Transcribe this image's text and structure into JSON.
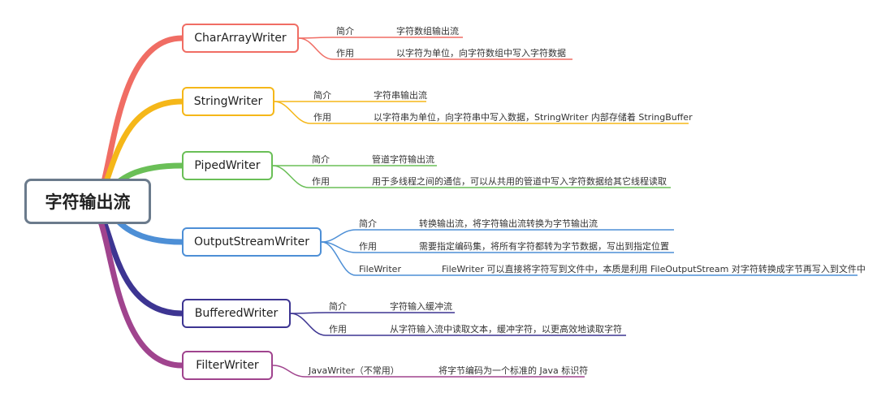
{
  "root": {
    "title": "字符输出流"
  },
  "branches": [
    {
      "name": "CharArrayWriter",
      "color": "#f06d64",
      "items": [
        {
          "key": "简介",
          "value": "字符数组输出流"
        },
        {
          "key": "作用",
          "value": "以字符为单位，向字符数组中写入字符数据"
        }
      ]
    },
    {
      "name": "StringWriter",
      "color": "#f5b719",
      "items": [
        {
          "key": "简介",
          "value": "字符串输出流"
        },
        {
          "key": "作用",
          "value": "以字符串为单位，向字符串中写入数据，StringWriter 内部存储着 StringBuffer"
        }
      ]
    },
    {
      "name": "PipedWriter",
      "color": "#6abf57",
      "items": [
        {
          "key": "简介",
          "value": "管道字符输出流"
        },
        {
          "key": "作用",
          "value": "用于多线程之间的通信，可以从共用的管道中写入字符数据给其它线程读取"
        }
      ]
    },
    {
      "name": "OutputStreamWriter",
      "color": "#4d8fd6",
      "items": [
        {
          "key": "简介",
          "value": "转换输出流，将字符输出流转换为字节输出流"
        },
        {
          "key": "作用",
          "value": "需要指定编码集，将所有字符都转为字节数据，写出到指定位置"
        },
        {
          "key": "FileWriter",
          "value": "FileWriter 可以直接将字符写到文件中，本质是利用 FileOutputStream 对字符转换成字节再写入到文件中"
        }
      ]
    },
    {
      "name": "BufferedWriter",
      "color": "#3d3592",
      "items": [
        {
          "key": "简介",
          "value": "字符输入缓冲流"
        },
        {
          "key": "作用",
          "value": "从字符输入流中读取文本，缓冲字符，以更高效地读取字符"
        }
      ]
    },
    {
      "name": "FilterWriter",
      "color": "#a0448e",
      "items": [
        {
          "key": "JavaWriter（不常用）",
          "value": "将字节编码为一个标准的 Java 标识符"
        }
      ]
    }
  ]
}
